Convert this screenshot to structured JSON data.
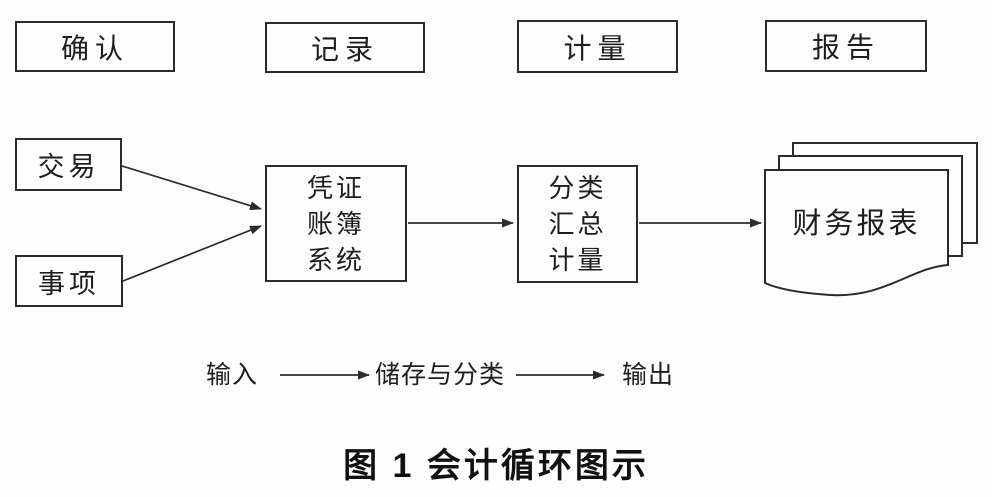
{
  "diagram": {
    "title_caption": "图 1  会计循环图示",
    "stages": [
      {
        "id": "confirm",
        "label": "确认"
      },
      {
        "id": "record",
        "label": "记录"
      },
      {
        "id": "measure",
        "label": "计量"
      },
      {
        "id": "report",
        "label": "报告"
      }
    ],
    "nodes": {
      "transaction": {
        "label": "交易"
      },
      "event": {
        "label": "事项"
      },
      "voucher_system": {
        "lines": [
          "凭证",
          "账簿",
          "系统"
        ]
      },
      "classify_summarize": {
        "lines": [
          "分类",
          "汇总",
          "计量"
        ]
      },
      "financial_statements": {
        "label": "财务报表"
      }
    },
    "process_flow": {
      "input": "输入",
      "storage": "储存与分类",
      "output": "输出"
    },
    "edges": [
      "transaction -> voucher_system",
      "event -> voucher_system",
      "voucher_system -> classify_summarize",
      "classify_summarize -> financial_statements",
      "input -> storage",
      "storage -> output"
    ]
  },
  "colors": {
    "line": "#2b2b2b",
    "text": "#1e1e1e",
    "background": "#fdfdfd"
  }
}
